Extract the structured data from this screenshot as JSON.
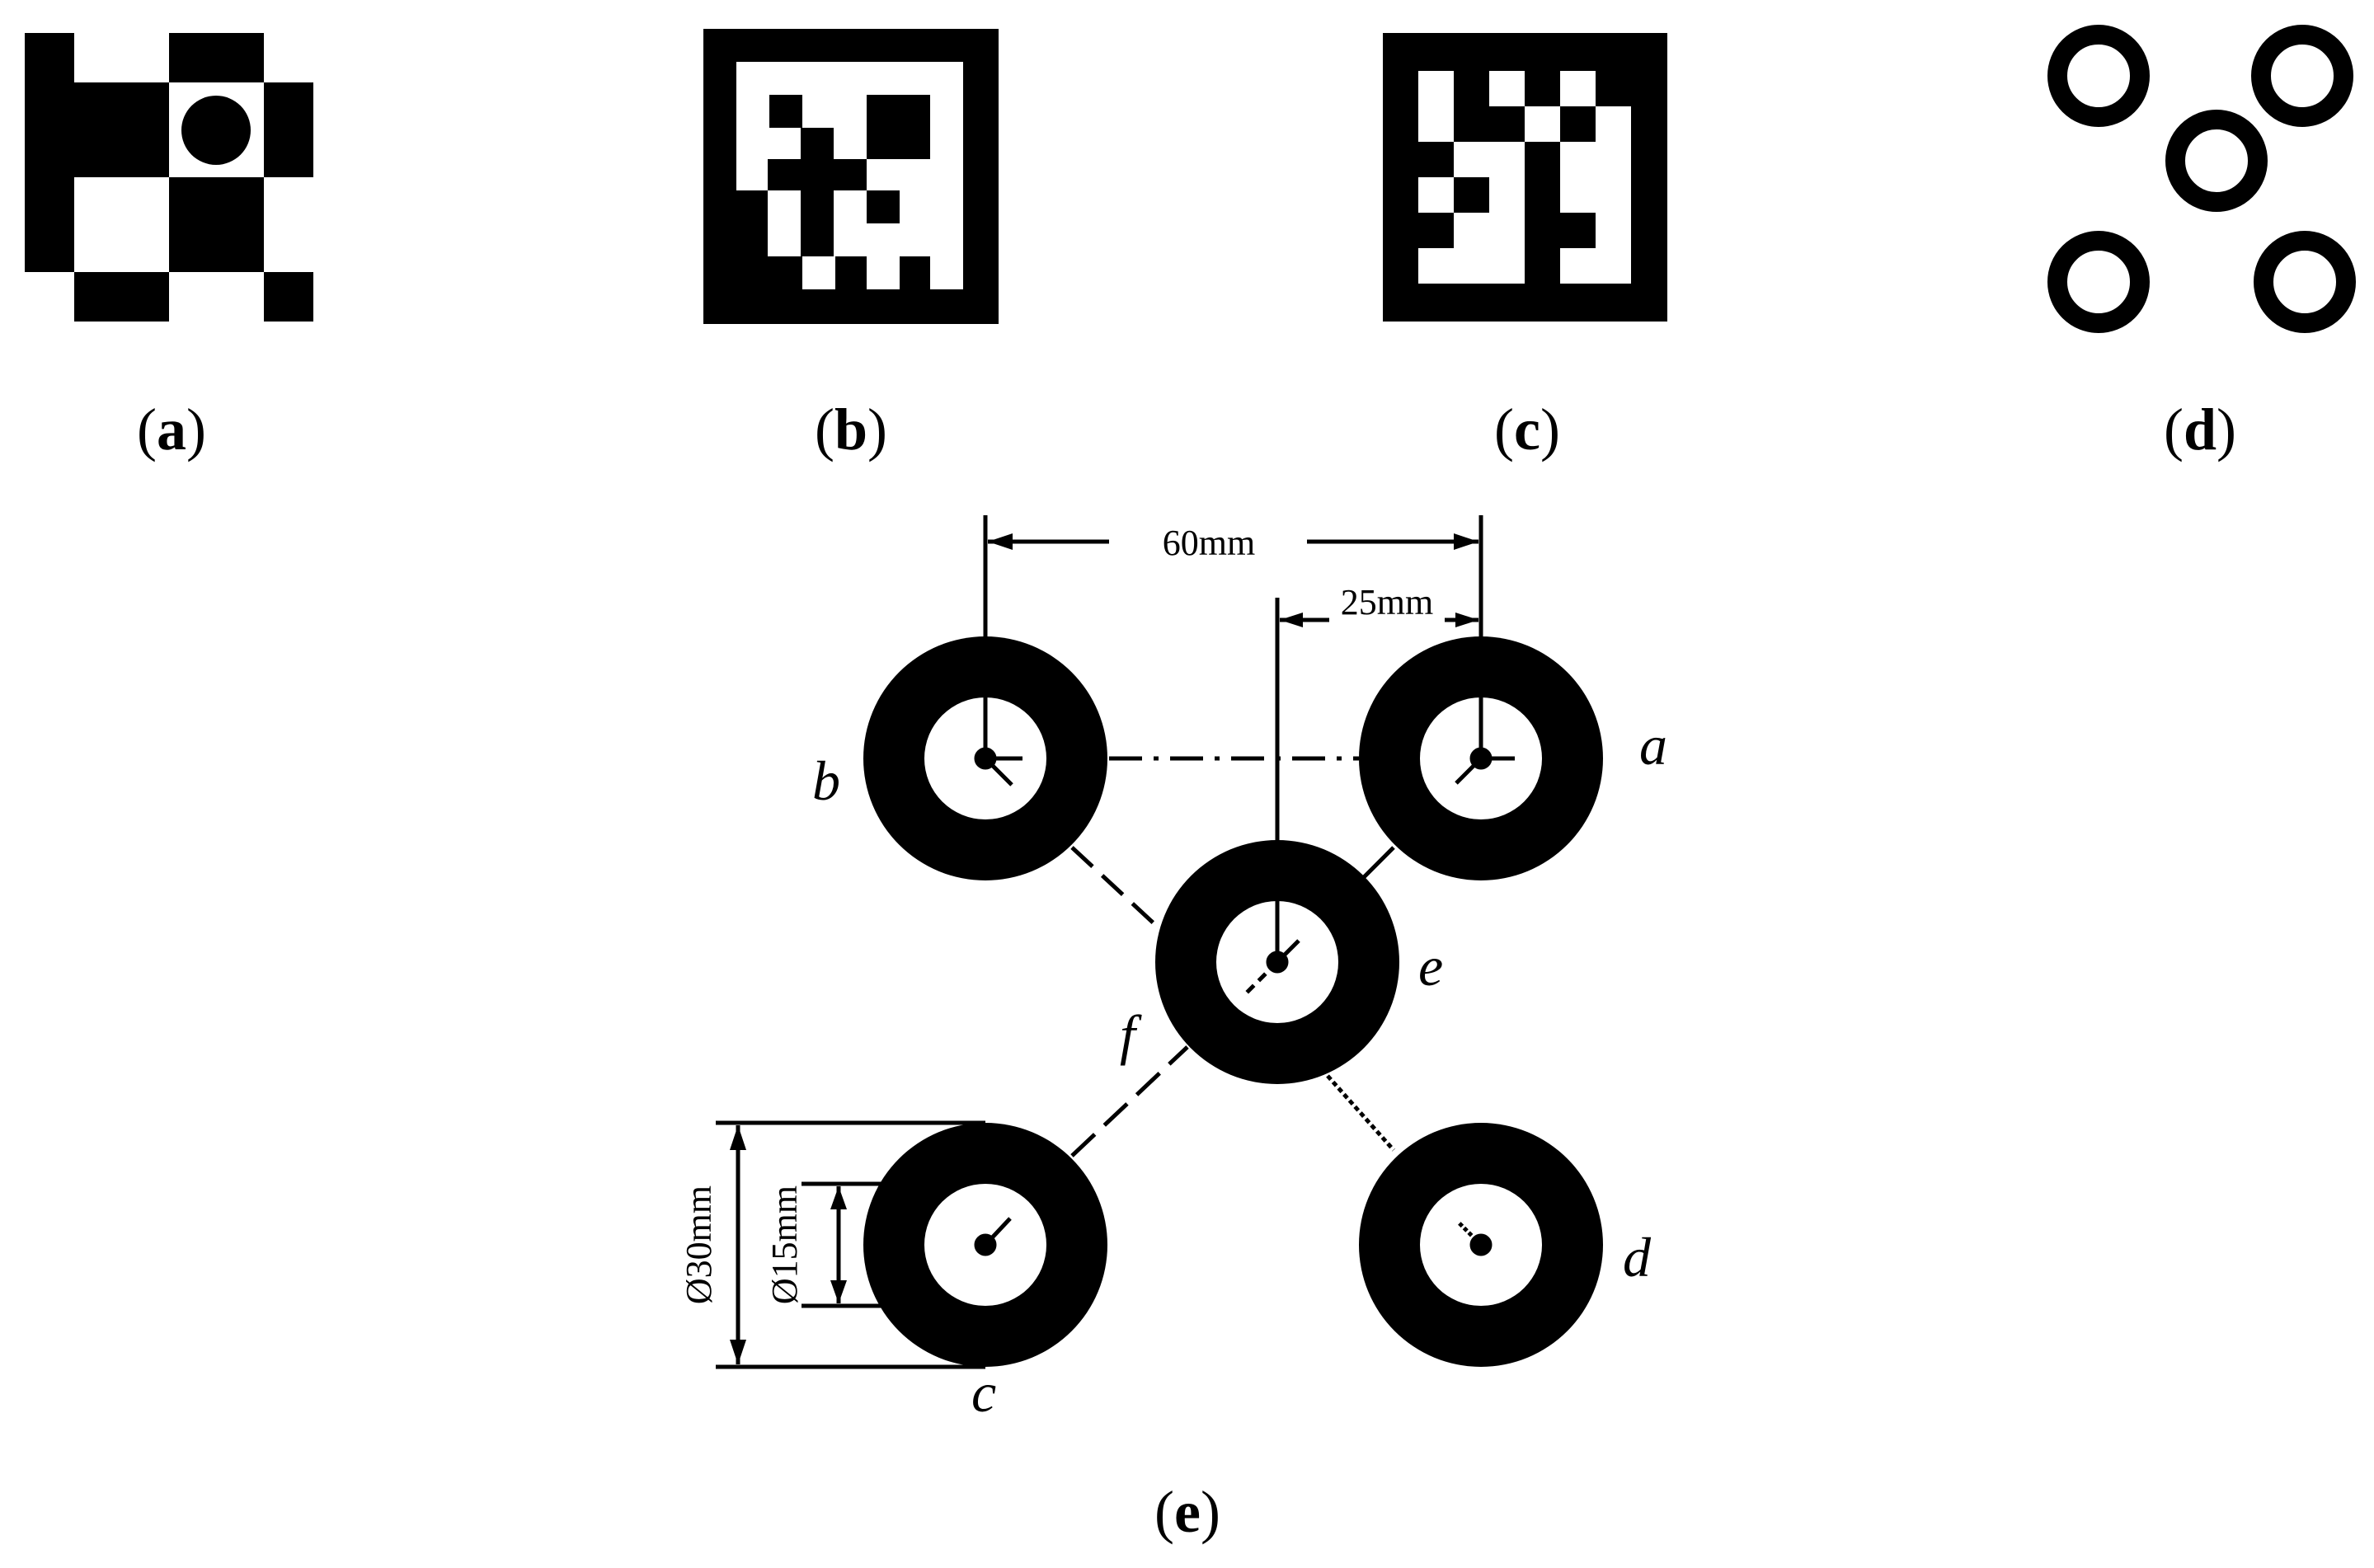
{
  "panels": {
    "a": {
      "caption_open": "(",
      "caption_letter": "a",
      "caption_close": ")"
    },
    "b": {
      "caption_open": "(",
      "caption_letter": "b",
      "caption_close": ")"
    },
    "c": {
      "caption_open": "(",
      "caption_letter": "c",
      "caption_close": ")"
    },
    "d": {
      "caption_open": "(",
      "caption_letter": "d",
      "caption_close": ")"
    },
    "e": {
      "caption_open": "(",
      "caption_letter": "e",
      "caption_close": ")"
    }
  },
  "diagram_e": {
    "dimensions": {
      "center_spacing": "60mm",
      "offset_spacing": "25mm",
      "outer_diameter": "Ø30mm",
      "inner_diameter": "Ø15mm"
    },
    "point_labels": {
      "a": "a",
      "b": "b",
      "c": "c",
      "d": "d",
      "e": "e",
      "f": "f"
    }
  },
  "colors": {
    "foreground": "#000000",
    "background": "#ffffff"
  }
}
